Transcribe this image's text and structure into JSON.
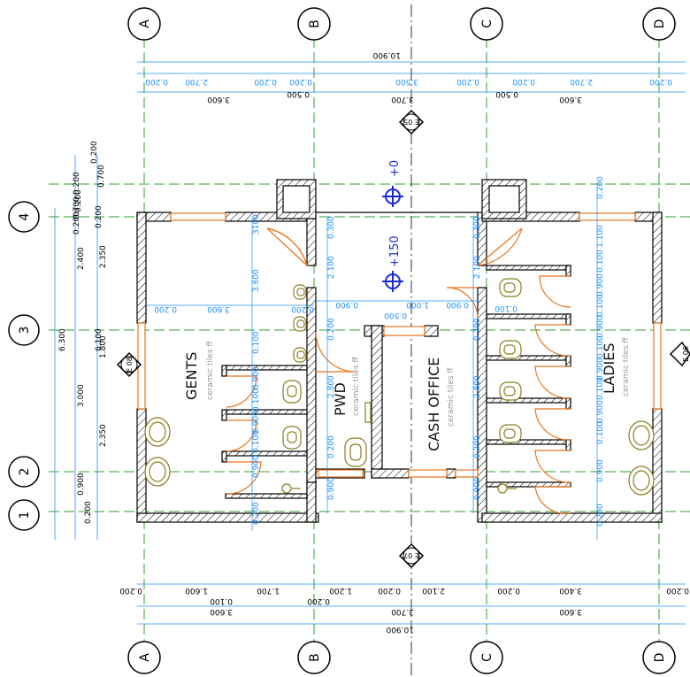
{
  "rooms": {
    "gents": "GENTS",
    "gents_sub": "ceramic tiles ff",
    "pwd": "PWD",
    "pwd_sub": "ceramic tiles ff",
    "cash": "CASH OFFICE",
    "cash_sub": "ceramic tiles ff",
    "ladies": "LADIES",
    "ladies_sub": "ceramic tiles ff"
  },
  "grid_labels": {
    "a": "A",
    "b": "B",
    "c": "C",
    "d": "D",
    "r1": "1",
    "r2": "2",
    "r3": "3",
    "r4": "4"
  },
  "levels": {
    "upper": "+0",
    "lower": "+150"
  },
  "section_tags": {
    "top": "E 05",
    "bottom": "E 07",
    "left": "E 08",
    "right": "E 06"
  },
  "dims_top": {
    "overall": "10.900",
    "chain": [
      "0.200",
      "2.700",
      "0.200",
      "0.200",
      "3.500",
      "0.200",
      "0.200",
      "2.700",
      "0.200"
    ],
    "grid": [
      "3.600",
      "0.500",
      "3.700",
      "0.500",
      "3.600"
    ]
  },
  "dims_bottom": {
    "overall": "10.900",
    "chain": [
      "0.200",
      "1.600",
      "1.700",
      "1.200",
      "0.200",
      "2.100",
      "0.200",
      "3.400",
      "0.200"
    ],
    "sub": [
      "0.100",
      "0.200"
    ],
    "grid": [
      "3.600",
      "3.700",
      "3.600"
    ]
  },
  "dims_left": {
    "outer": [
      "0.700",
      "0.200",
      "0.200",
      "2.400",
      "3.000",
      "0.900",
      "0.200"
    ],
    "mid": [
      "6.300",
      "6.100"
    ],
    "inner": [
      "0.700",
      "0.200",
      "2.350",
      "1.800",
      "2.350"
    ],
    "top": [
      "0.200",
      "0.200"
    ]
  },
  "dims_interior_blue": {
    "gents_left": [
      "3100",
      "3.600"
    ],
    "gents_h": [
      "0.200",
      "0.200"
    ],
    "gents_cubicles": [
      "0.100",
      "0.900",
      "0.100",
      "0.900",
      "0.100",
      "0.900",
      "0.200"
    ],
    "corridor": [
      "0.300",
      "2.100",
      "0.200",
      "2.800",
      "0.200",
      "0.900"
    ],
    "corridor_h": [
      "0.900",
      "1.000",
      "0.900",
      "0.500"
    ],
    "cash_left": [
      "2.100",
      "0.200",
      "2.800",
      "0.200",
      "0.900",
      "0.300"
    ],
    "ladies_cubicles": [
      "0.200",
      "1.100",
      "0.100",
      "0.900",
      "0.100",
      "0.900",
      "0.100",
      "0.900",
      "0.100",
      "0.900",
      "0.100",
      "0.900",
      "0.200"
    ],
    "ladies_h": [
      "0.100"
    ]
  },
  "colors": {
    "wall": "#000000",
    "dims": "#1e90ff",
    "grid_line": "#2ca02c",
    "door": "#e8741a",
    "fixture": "#8a7d1e",
    "level": "#1a2bd6"
  }
}
